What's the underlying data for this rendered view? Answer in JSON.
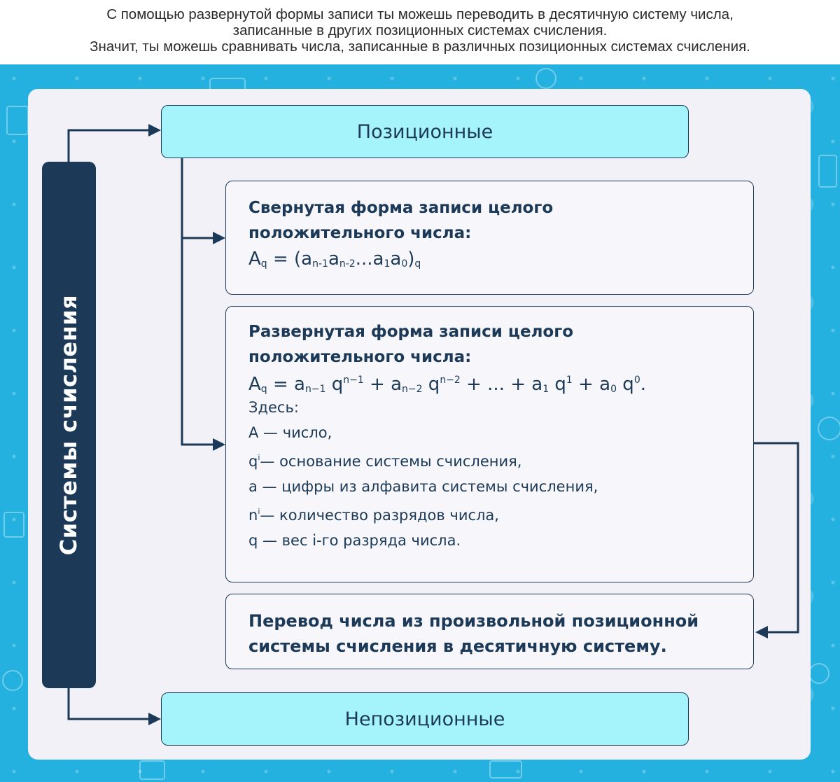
{
  "caption": {
    "line1": "С помощью развернутой формы записи ты можешь переводить в десятичную систему числа,",
    "line2": "записанные в других позиционных системах счисления.",
    "line3": "Значит, ты можешь сравнивать числа, записанные в различных позиционных системах счисления."
  },
  "sidebar": {
    "label": "Системы счисления"
  },
  "positional": {
    "label": "Позиционные"
  },
  "collapsed": {
    "heading_line1": "Свернутая форма записи целого",
    "heading_line2": "положительного числа:",
    "formula": {
      "A": "A",
      "q": "q",
      "eq": " = (",
      "a1": "a",
      "s1": "n-1",
      "a2": "a",
      "s2": "n-2",
      "dots": "...",
      "a3": "a",
      "s3": "1",
      "a4": "a",
      "s4": "0",
      "close": ")",
      "qsub": "q"
    }
  },
  "expanded": {
    "heading_line1": "Развернутая форма записи целого",
    "heading_line2": "положительного числа:",
    "formula": {
      "A": "A",
      "q": "q",
      "eq": " = ",
      "t1_a": "a",
      "t1_s": "n−1",
      "t1_q": " q",
      "t1_p": "n−1",
      "plus1": " + ",
      "t2_a": "a",
      "t2_s": "n−2",
      "t2_q": " q",
      "t2_p": "n−2",
      "mid": " + ... + ",
      "t3_a": "a",
      "t3_s": "1",
      "t3_q": " q",
      "t3_p": "1",
      "plus3": " + ",
      "t4_a": "a",
      "t4_s": "0",
      "t4_q": " q",
      "t4_p": "0",
      "end": "."
    },
    "legend": {
      "intro": "Здесь:",
      "item1": "A — число,",
      "item2_base": "q",
      "item2_sup": "i",
      "item2_text": "— основание системы счисления,",
      "item3": "a — цифры из алфавита системы счисления,",
      "item4_base": "n",
      "item4_sup": "i",
      "item4_text": "— количество разрядов числа,",
      "item5": "q — вес i-го разряда числа."
    }
  },
  "conversion": {
    "line1": "Перевод числа из произвольной позиционной",
    "line2": "системы счисления в десятичную систему."
  },
  "nonpositional": {
    "label": "Непозиционные"
  },
  "colors": {
    "background": "#24b1e0",
    "panel": "#f1f1f7",
    "navy": "#1c3a57",
    "accent_box": "#a6f4fb"
  }
}
